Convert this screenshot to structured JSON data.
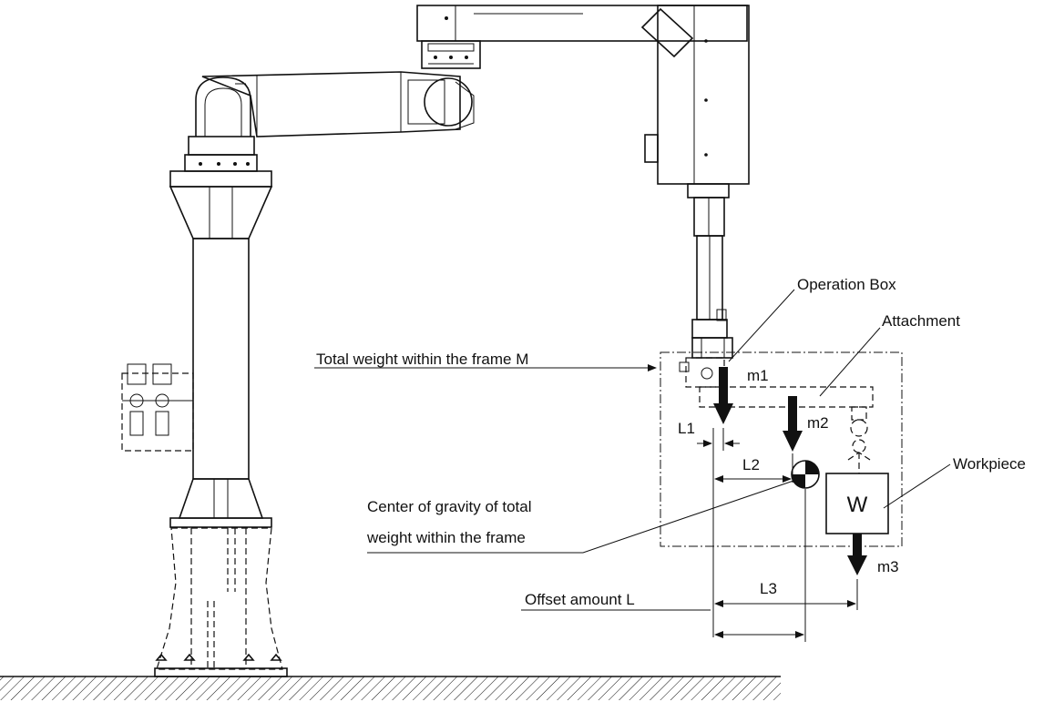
{
  "labels": {
    "operation_box": "Operation Box",
    "attachment": "Attachment",
    "total_weight": "Total weight within the frame M",
    "m1": "m1",
    "m2": "m2",
    "m3": "m3",
    "l1": "L1",
    "l2": "L2",
    "l3": "L3",
    "workpiece": "Workpiece",
    "workpiece_symbol": "W",
    "cog_line1": "Center of gravity of total",
    "cog_line2": "weight within the frame",
    "offset": "Offset amount L"
  }
}
